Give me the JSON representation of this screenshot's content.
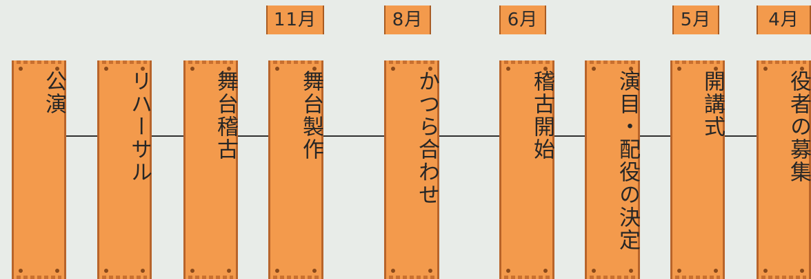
{
  "stages": [
    {
      "label": "公演",
      "month": ""
    },
    {
      "label": "リハーサル",
      "month": ""
    },
    {
      "label": "舞台稽古",
      "month": ""
    },
    {
      "label": "舞台製作",
      "month": "11月"
    },
    {
      "label": "かつら合わせ",
      "month": "8月"
    },
    {
      "label": "稽古開始",
      "month": "6月"
    },
    {
      "label": "演目・配役の決定",
      "month": ""
    },
    {
      "label": "開講式",
      "month": "5月"
    },
    {
      "label": "役者の募集",
      "month": "4月"
    }
  ],
  "colors": {
    "board": "#f39a4c",
    "board_edge": "#b8642a",
    "nail": "#8a4a1b",
    "line": "#2e2e2e",
    "background": "#e8ece8"
  }
}
